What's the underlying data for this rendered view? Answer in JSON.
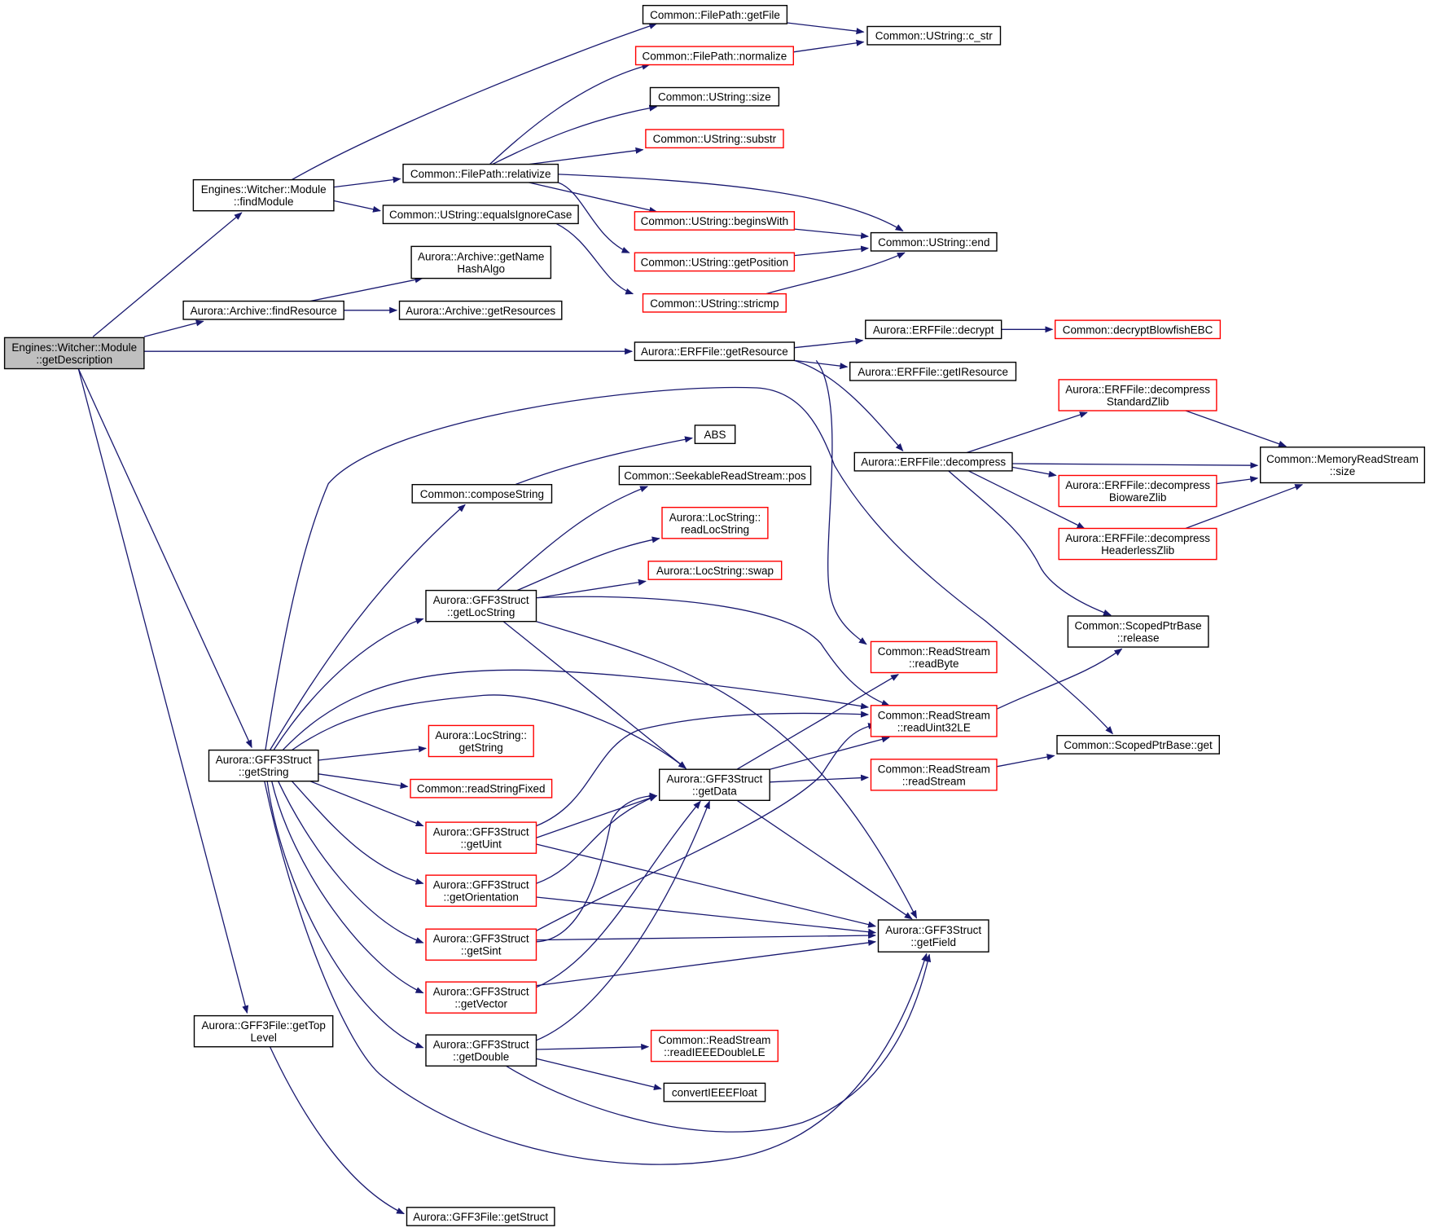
{
  "graph": {
    "edge_color": "#191970",
    "node_border_color": "#000000",
    "incomplete_node_border_color": "#ff0000",
    "root_fill_color": "#bfbfbf"
  },
  "nodes": [
    {
      "id": "getDescription",
      "lines": [
        "Engines::Witcher::Module",
        "::getDescription"
      ]
    },
    {
      "id": "findModule",
      "lines": [
        "Engines::Witcher::Module",
        "::findModule"
      ]
    },
    {
      "id": "archiveFindResource",
      "lines": [
        "Aurora::Archive::findResource"
      ]
    },
    {
      "id": "gffGetString",
      "lines": [
        "Aurora::GFF3Struct",
        "::getString"
      ]
    },
    {
      "id": "gffFileGetTopLevel",
      "lines": [
        "Aurora::GFF3File::getTop",
        "Level"
      ]
    },
    {
      "id": "filePathGetFile",
      "lines": [
        "Common::FilePath::getFile"
      ]
    },
    {
      "id": "filePathNormalize",
      "lines": [
        "Common::FilePath::normalize"
      ]
    },
    {
      "id": "ustringSize",
      "lines": [
        "Common::UString::size"
      ]
    },
    {
      "id": "ustringSubstr",
      "lines": [
        "Common::UString::substr"
      ]
    },
    {
      "id": "filePathRelativize",
      "lines": [
        "Common::FilePath::relativize"
      ]
    },
    {
      "id": "ustringEqualsIgnoreCase",
      "lines": [
        "Common::UString::equalsIgnoreCase"
      ]
    },
    {
      "id": "ustringCStr",
      "lines": [
        "Common::UString::c_str"
      ]
    },
    {
      "id": "ustringBeginsWith",
      "lines": [
        "Common::UString::beginsWith"
      ]
    },
    {
      "id": "ustringGetPosition",
      "lines": [
        "Common::UString::getPosition"
      ]
    },
    {
      "id": "ustringStricmp",
      "lines": [
        "Common::UString::stricmp"
      ]
    },
    {
      "id": "ustringEnd",
      "lines": [
        "Common::UString::end"
      ]
    },
    {
      "id": "archiveGetNameHashAlgo",
      "lines": [
        "Aurora::Archive::getName",
        "HashAlgo"
      ]
    },
    {
      "id": "archiveGetResources",
      "lines": [
        "Aurora::Archive::getResources"
      ]
    },
    {
      "id": "erfGetResource",
      "lines": [
        "Aurora::ERFFile::getResource"
      ]
    },
    {
      "id": "erfDecrypt",
      "lines": [
        "Aurora::ERFFile::decrypt"
      ]
    },
    {
      "id": "decryptBlowfishEBC",
      "lines": [
        "Common::decryptBlowfishEBC"
      ]
    },
    {
      "id": "erfGetIResource",
      "lines": [
        "Aurora::ERFFile::getIResource"
      ]
    },
    {
      "id": "erfDecompressStandardZlib",
      "lines": [
        "Aurora::ERFFile::decompress",
        "StandardZlib"
      ]
    },
    {
      "id": "erfDecompress",
      "lines": [
        "Aurora::ERFFile::decompress"
      ]
    },
    {
      "id": "memReadStreamSize",
      "lines": [
        "Common::MemoryReadStream",
        "::size"
      ]
    },
    {
      "id": "erfDecompressBiowareZlib",
      "lines": [
        "Aurora::ERFFile::decompress",
        "BiowareZlib"
      ]
    },
    {
      "id": "erfDecompressHeaderlessZlib",
      "lines": [
        "Aurora::ERFFile::decompress",
        "HeaderlessZlib"
      ]
    },
    {
      "id": "scopedPtrRelease",
      "lines": [
        "Common::ScopedPtrBase",
        "::release"
      ]
    },
    {
      "id": "scopedPtrGet",
      "lines": [
        "Common::ScopedPtrBase::get"
      ]
    },
    {
      "id": "abs",
      "lines": [
        "ABS"
      ]
    },
    {
      "id": "composeString",
      "lines": [
        "Common::composeString"
      ]
    },
    {
      "id": "seekablePos",
      "lines": [
        "Common::SeekableReadStream::pos"
      ]
    },
    {
      "id": "locStringReadLocString",
      "lines": [
        "Aurora::LocString::",
        "readLocString"
      ]
    },
    {
      "id": "locStringSwap",
      "lines": [
        "Aurora::LocString::swap"
      ]
    },
    {
      "id": "gffGetLocString",
      "lines": [
        "Aurora::GFF3Struct",
        "::getLocString"
      ]
    },
    {
      "id": "readByte",
      "lines": [
        "Common::ReadStream",
        "::readByte"
      ]
    },
    {
      "id": "readUint32LE",
      "lines": [
        "Common::ReadStream",
        "::readUint32LE"
      ]
    },
    {
      "id": "locStringGetString",
      "lines": [
        "Aurora::LocString::",
        "getString"
      ]
    },
    {
      "id": "readStringFixed",
      "lines": [
        "Common::readStringFixed"
      ]
    },
    {
      "id": "gffGetData",
      "lines": [
        "Aurora::GFF3Struct",
        "::getData"
      ]
    },
    {
      "id": "readStream",
      "lines": [
        "Common::ReadStream",
        "::readStream"
      ]
    },
    {
      "id": "gffGetUint",
      "lines": [
        "Aurora::GFF3Struct",
        "::getUint"
      ]
    },
    {
      "id": "gffGetOrientation",
      "lines": [
        "Aurora::GFF3Struct",
        "::getOrientation"
      ]
    },
    {
      "id": "gffGetSint",
      "lines": [
        "Aurora::GFF3Struct",
        "::getSint"
      ]
    },
    {
      "id": "gffGetField",
      "lines": [
        "Aurora::GFF3Struct",
        "::getField"
      ]
    },
    {
      "id": "gffGetVector",
      "lines": [
        "Aurora::GFF3Struct",
        "::getVector"
      ]
    },
    {
      "id": "gffGetDouble",
      "lines": [
        "Aurora::GFF3Struct",
        "::getDouble"
      ]
    },
    {
      "id": "readIEEEDoubleLE",
      "lines": [
        "Common::ReadStream",
        "::readIEEEDoubleLE"
      ]
    },
    {
      "id": "convertIEEEFloat",
      "lines": [
        "convertIEEEFloat"
      ]
    },
    {
      "id": "gffFileGetStruct",
      "lines": [
        "Aurora::GFF3File::getStruct"
      ]
    }
  ]
}
